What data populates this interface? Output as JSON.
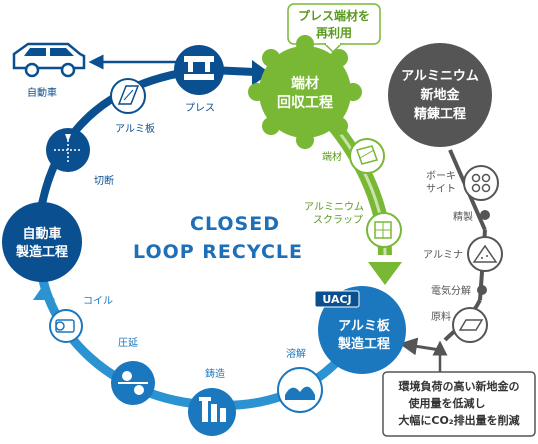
{
  "title_line1": "CLOSED",
  "title_line2": "LOOP RECYCLE",
  "callout_top": {
    "line1": "プレス端材を",
    "line2": "再利用"
  },
  "nodes": {
    "scrap_recovery": {
      "line1": "端材",
      "line2": "回収工程"
    },
    "smelting": {
      "line1": "アルミニウム",
      "line2": "新地金",
      "line3": "精錬工程"
    },
    "auto_mfg": {
      "line1": "自動車",
      "line2": "製造工程"
    },
    "sheet_mfg": {
      "line1": "アルミ板",
      "line2": "製造工程"
    }
  },
  "brand": "UACJ",
  "labels": {
    "car": "自動車",
    "press": "プレス",
    "alu_sheet": "アルミ板",
    "cut": "切断",
    "coil": "コイル",
    "rolling": "圧延",
    "casting": "鋳造",
    "melting": "溶解",
    "scrap": "端材",
    "alu_scrap_line1": "アルミニウム",
    "alu_scrap_line2": "スクラップ",
    "bauxite_line1": "ボーキ",
    "bauxite_line2": "サイト",
    "refining": "精製",
    "alumina": "アルミナ",
    "electrolysis": "電気分解",
    "raw_material": "原料"
  },
  "callout_bottom": {
    "line1": "環境負荷の高い新地金の",
    "line2": "使用量を低減し",
    "line3": "大幅にCO₂排出量を削減"
  },
  "colors": {
    "navy": "#0a4f8f",
    "blue": "#1b77be",
    "light_blue": "#2c93d2",
    "green": "#78b834",
    "gray": "#555555",
    "title": "#1d6fb8"
  }
}
